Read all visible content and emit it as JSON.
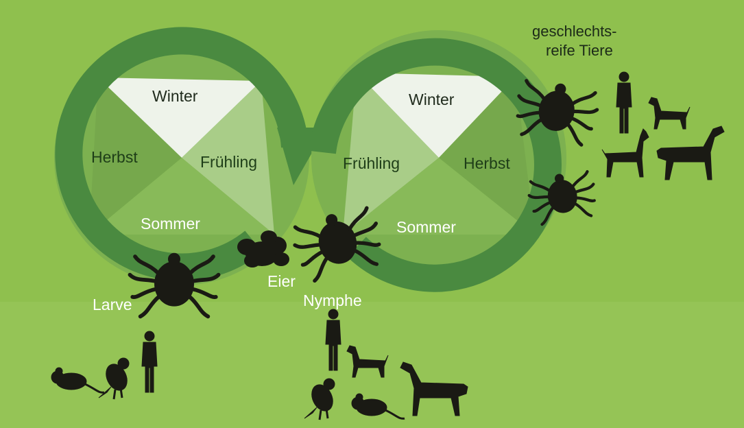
{
  "left_cycle": {
    "seasons": {
      "winter": "Winter",
      "fruehling": "Frühling",
      "sommer": "Sommer",
      "herbst": "Herbst"
    }
  },
  "right_cycle": {
    "seasons": {
      "winter": "Winter",
      "fruehling": "Frühling",
      "sommer": "Sommer",
      "herbst": "Herbst"
    }
  },
  "stages": {
    "eggs": "Eier",
    "larva": "Larve",
    "nymph": "Nymphe",
    "adult_line1": "geschlechts-",
    "adult_line2": "reife Tiere"
  },
  "hosts": {
    "larva": [
      "mouse-icon",
      "bird-icon",
      "human-icon"
    ],
    "nymph": [
      "human-icon",
      "dog-icon",
      "bird-icon",
      "mouse-icon",
      "horse-icon"
    ],
    "adult": [
      "human-icon",
      "dog-icon",
      "deer-icon",
      "horse-icon"
    ]
  },
  "colors": {
    "background": "#8fc04e",
    "arrow": "#4a8a40",
    "winter": "#eef3ea",
    "spring": "#a9cd88",
    "summer": "#82b455",
    "autumn": "#74a74c",
    "silhouette": "#1a1a14"
  }
}
